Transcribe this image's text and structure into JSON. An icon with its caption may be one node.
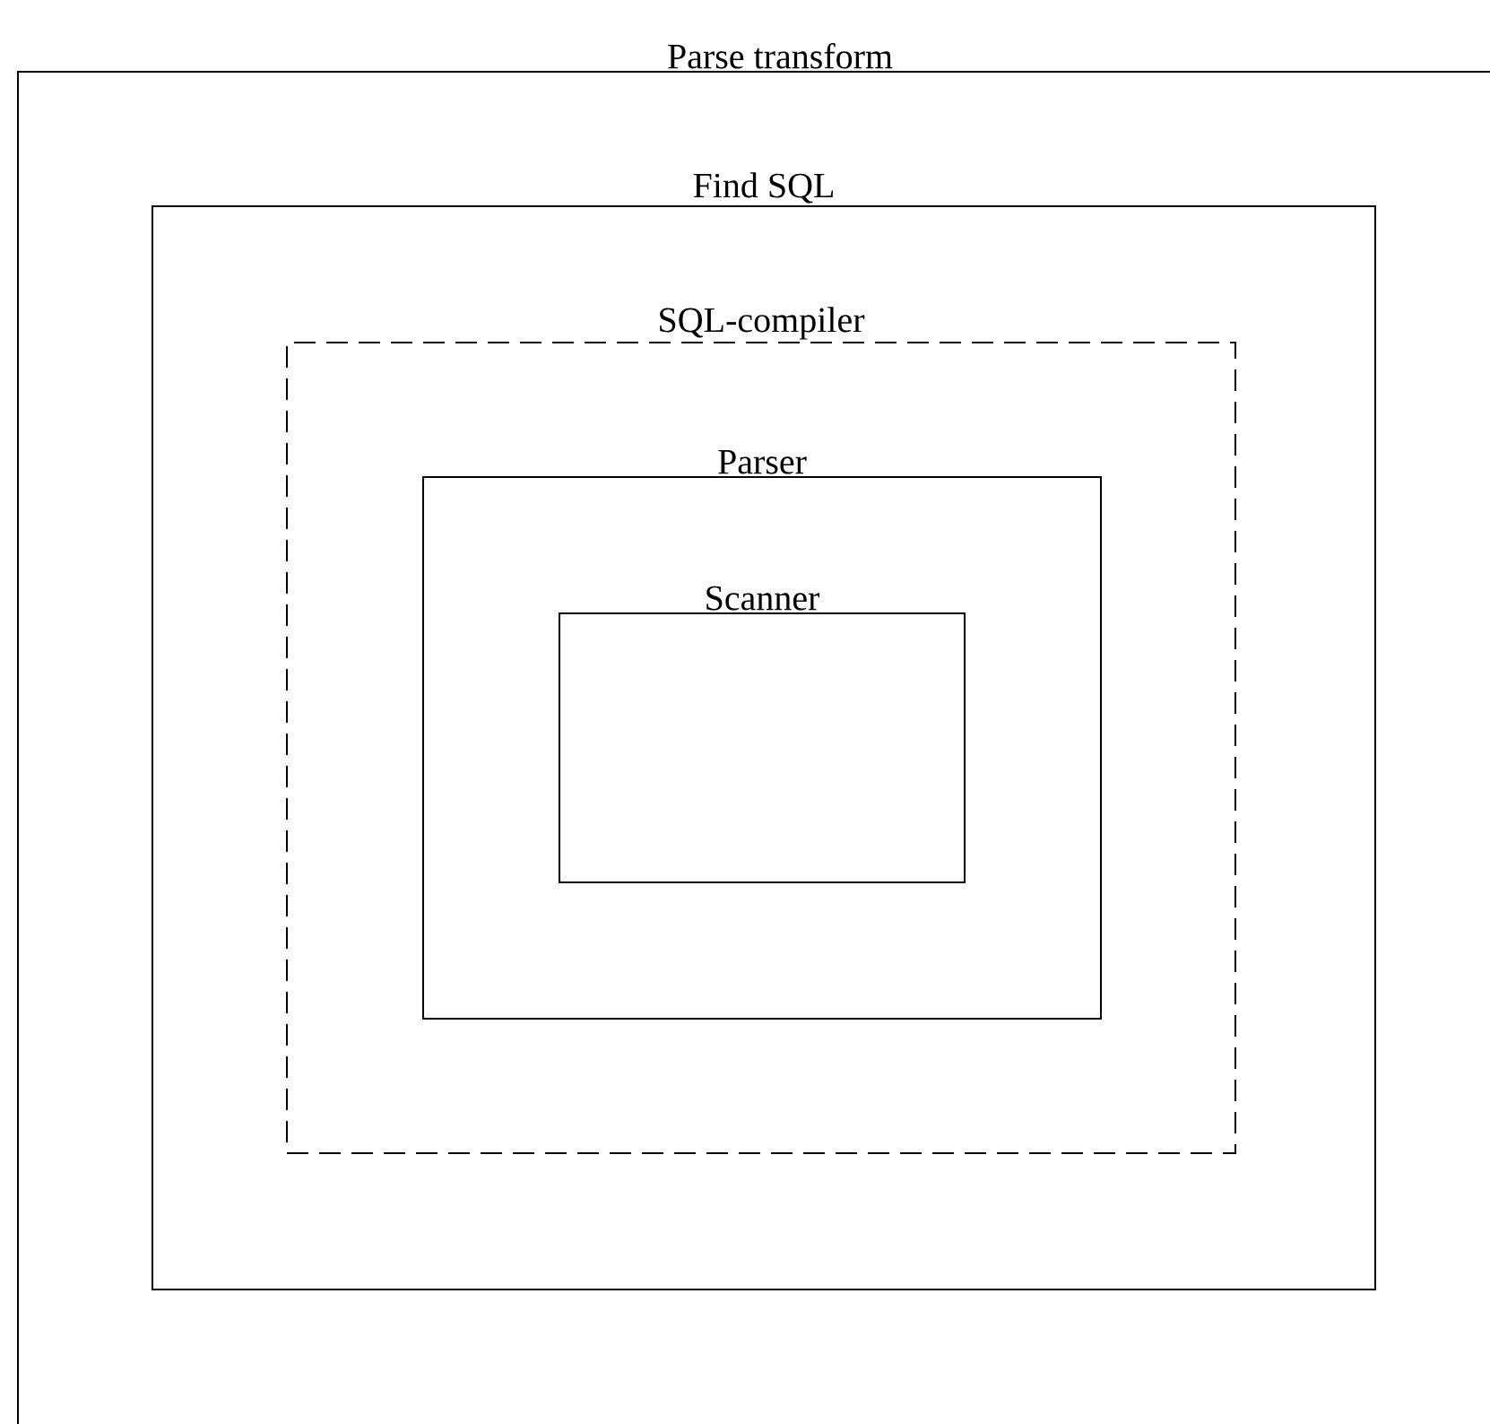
{
  "diagram": {
    "nodes": [
      {
        "text": [
          "Parse transform"
        ]
      },
      {
        "text": [
          "Find SQL"
        ],
        "in": 0
      },
      {
        "text": [
          "SQL-compiler"
        ],
        "in": 1
      },
      {
        "text": [
          "Parser"
        ],
        "in": 2
      },
      {
        "text": [
          "Scanner"
        ],
        "in": 3
      }
    ]
  }
}
